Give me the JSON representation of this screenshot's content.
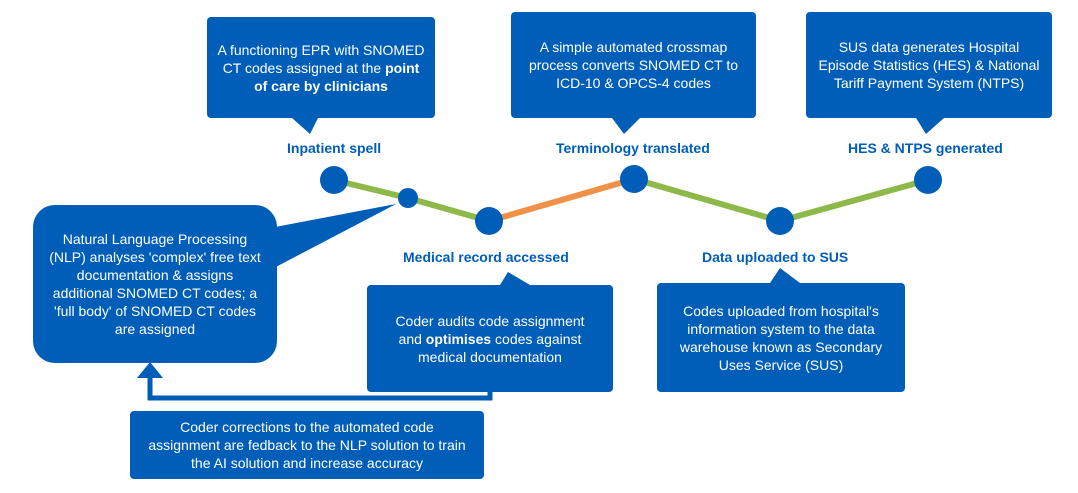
{
  "colors": {
    "box": "#005eb8",
    "node": "#005eb8",
    "line_green": "#8db94b",
    "line_orange": "#f0914a",
    "label": "#005eb8"
  },
  "steps": {
    "inpatient_spell": "Inpatient spell",
    "medical_record_accessed": "Medical record accessed",
    "terminology_translated": "Terminology translated",
    "data_uploaded": "Data uploaded to SUS",
    "hes_ntps": "HES & NTPS generated"
  },
  "boxes": {
    "epr": {
      "text_plain": "A functioning EPR with SNOMED CT codes assigned at the ",
      "text_bold": "point of care by clinicians"
    },
    "crossmap": {
      "text": "A simple automated crossmap process converts SNOMED CT to ICD-10 & OPCS-4 codes"
    },
    "sus_data": {
      "text": "SUS data generates Hospital Episode Statistics (HES) & National Tariff Payment System (NTPS)"
    },
    "nlp": {
      "text": "Natural Language Processing (NLP) analyses 'complex' free text documentation & assigns additional SNOMED CT codes; a 'full body' of SNOMED CT codes are assigned"
    },
    "coder_audit": {
      "text_plain_1": "Coder audits code assignment and ",
      "text_bold": "optimises",
      "text_plain_2": " codes against medical documentation"
    },
    "codes_uploaded": {
      "text": "Codes uploaded from hospital's information system to the data warehouse known as Secondary Uses Service (SUS)"
    },
    "coder_corrections": {
      "text": "Coder corrections to the automated code assignment are fedback to the NLP solution to train the AI solution and increase accuracy"
    }
  }
}
